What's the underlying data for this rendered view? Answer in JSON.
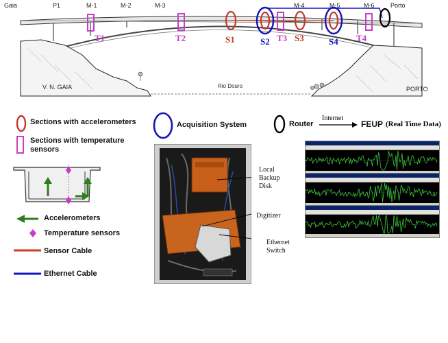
{
  "bridge": {
    "labels_top": [
      "Gaia",
      "P1",
      "M-1",
      "M-2",
      "M-3",
      "M-4",
      "M-5",
      "M-6",
      "Porto"
    ],
    "bottom_labels": {
      "left": "V. N. GAIA",
      "river": "Rio Douro",
      "right": "PORTO"
    },
    "temperature_sections": [
      "T1",
      "T2",
      "T3",
      "T4"
    ],
    "accelerometer_sections": [
      "S1",
      "S2",
      "S3",
      "S4"
    ]
  },
  "legend": {
    "accelerometers_sections": "Sections with accelerometers",
    "temperature_sections": [
      "Sections with temperature",
      "sensors"
    ],
    "acquisition": "Acquisition System",
    "router": "Router",
    "internet": "Internet",
    "feup": "FEUP",
    "feup_sub": "(Real Time Data)",
    "accelerometers": "Accelerometers",
    "temperature_sensors": "Temperature sensors",
    "sensor_cable": "Sensor Cable",
    "ethernet_cable": "Ethernet Cable"
  },
  "photo_labels": {
    "local_backup": [
      "Local",
      "Backup",
      "Disk"
    ],
    "digitizer": "Digitizer",
    "ethernet_switch": [
      "Ethernet",
      "Switch"
    ]
  },
  "colors": {
    "accelerometer": "#c0392b",
    "temperature": "#c83cc8",
    "acquisition": "#1414b4",
    "router": "#000000",
    "accelerometer_arrow": "#2e7d1e",
    "sensor_cable": "#d23c1e",
    "ethernet_cable": "#1414c8"
  }
}
